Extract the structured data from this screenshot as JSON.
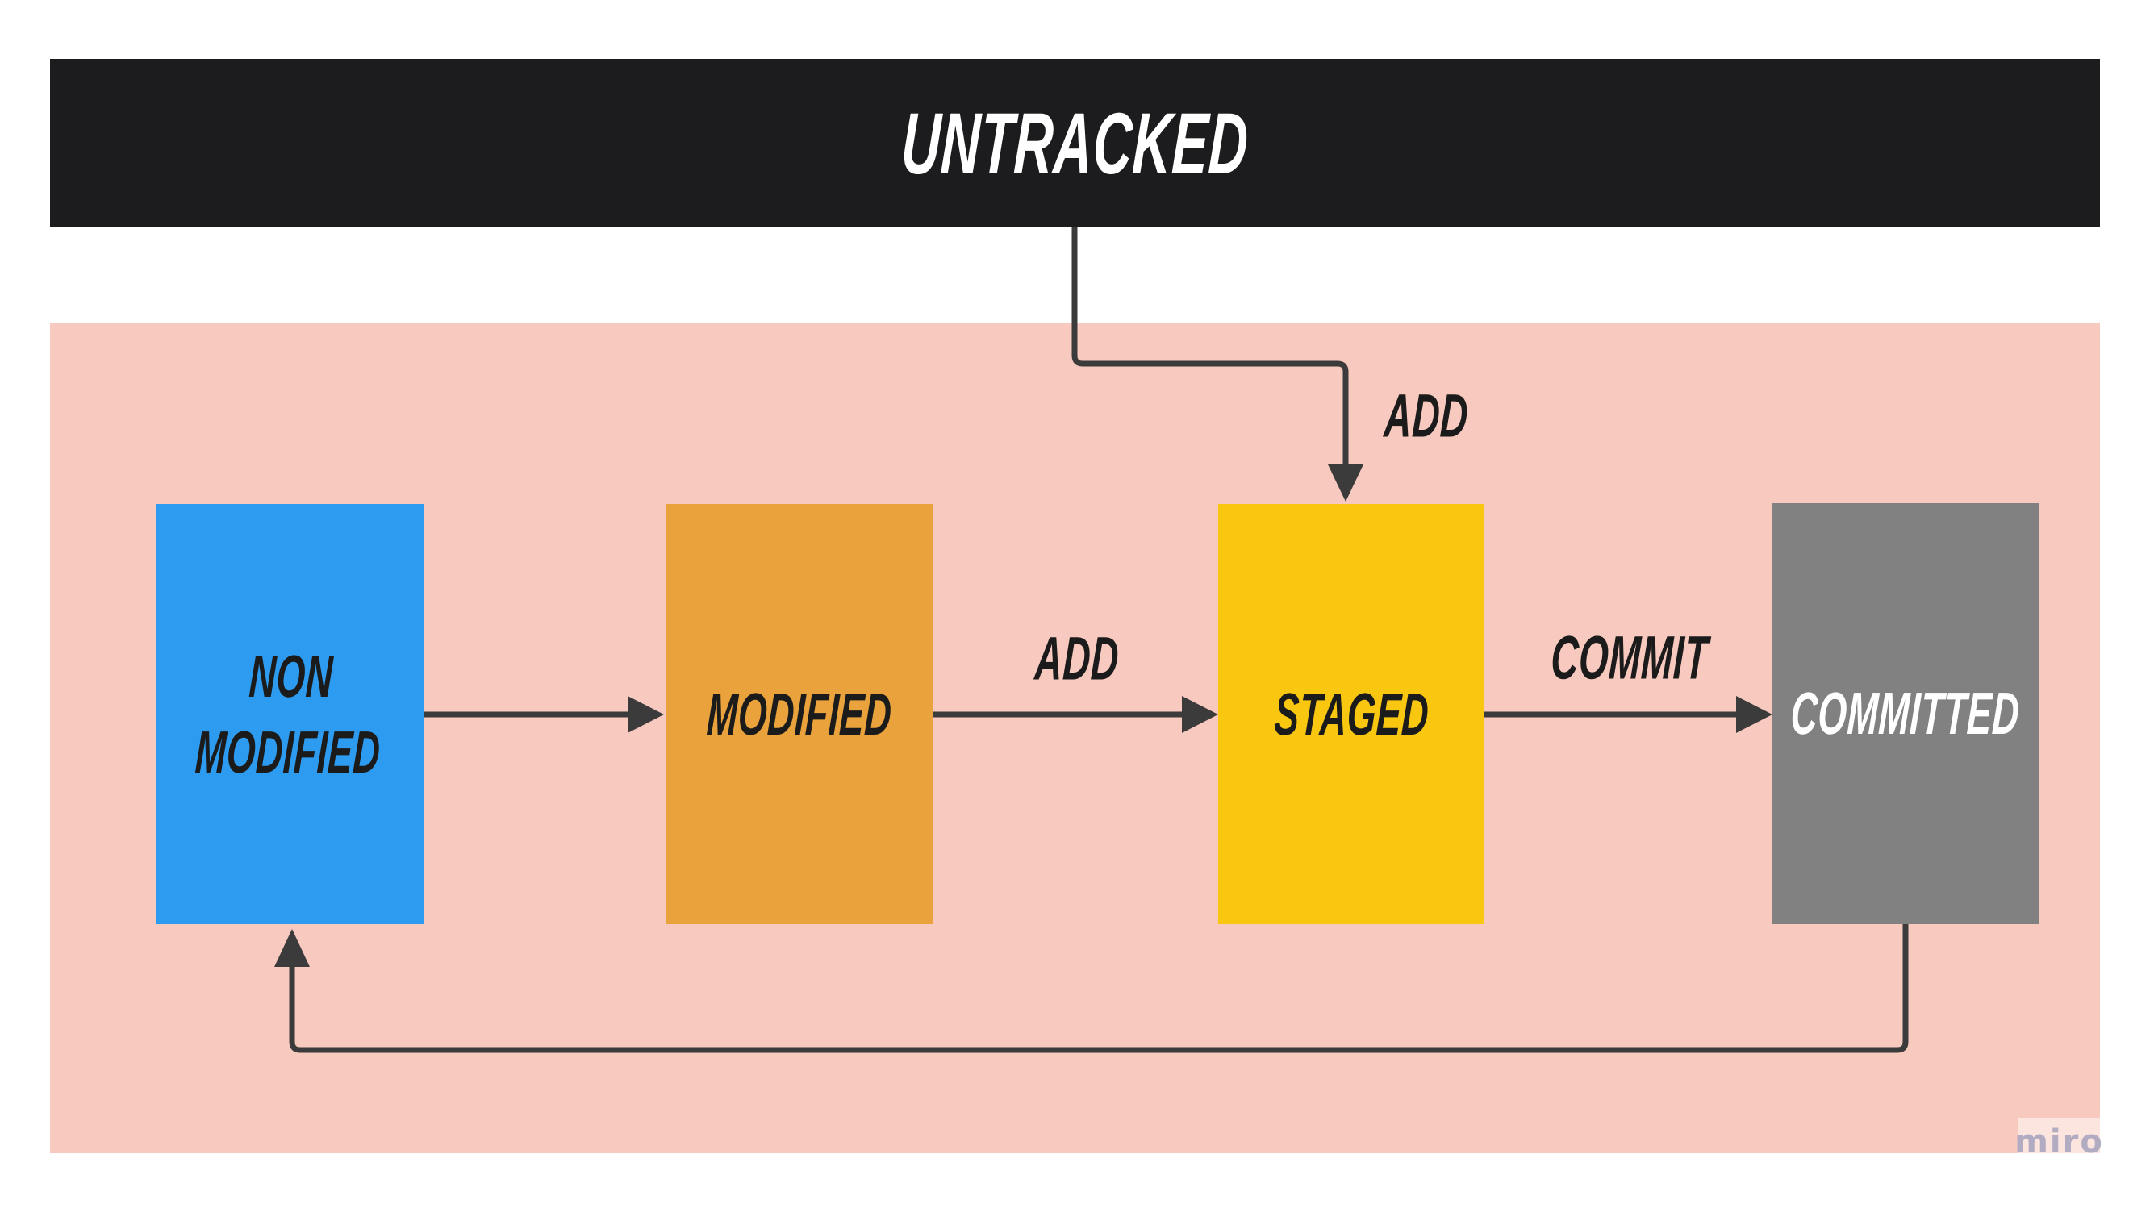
{
  "diagram": {
    "banner": {
      "label": "UNTRACKED"
    },
    "nodes": [
      {
        "id": "non-modified",
        "label": "NON MODIFIED",
        "label_lines": [
          "NON",
          "MODIFIED"
        ],
        "fill": "#2d9bf0",
        "text_color": "#1b1b1b"
      },
      {
        "id": "modified",
        "label": "MODIFIED",
        "fill": "#e9a23c",
        "text_color": "#1b1b1b"
      },
      {
        "id": "staged",
        "label": "STAGED",
        "fill": "#fac710",
        "text_color": "#1b1b1b"
      },
      {
        "id": "committed",
        "label": "COMMITTED",
        "fill": "#818181",
        "text_color": "#ffffff"
      }
    ],
    "edges": [
      {
        "from": "untracked",
        "to": "staged",
        "label": "ADD"
      },
      {
        "from": "non-modified",
        "to": "modified",
        "label": ""
      },
      {
        "from": "modified",
        "to": "staged",
        "label": "ADD"
      },
      {
        "from": "staged",
        "to": "committed",
        "label": "COMMIT"
      },
      {
        "from": "committed",
        "to": "non-modified",
        "label": ""
      }
    ],
    "colors": {
      "page_background": "#ffffff",
      "banner_bg": "#1c1c1e",
      "banner_text": "#ffffff",
      "board_bg": "#f8c9be",
      "connector": "#3b3b3b"
    },
    "watermark": {
      "label": "miro"
    }
  }
}
